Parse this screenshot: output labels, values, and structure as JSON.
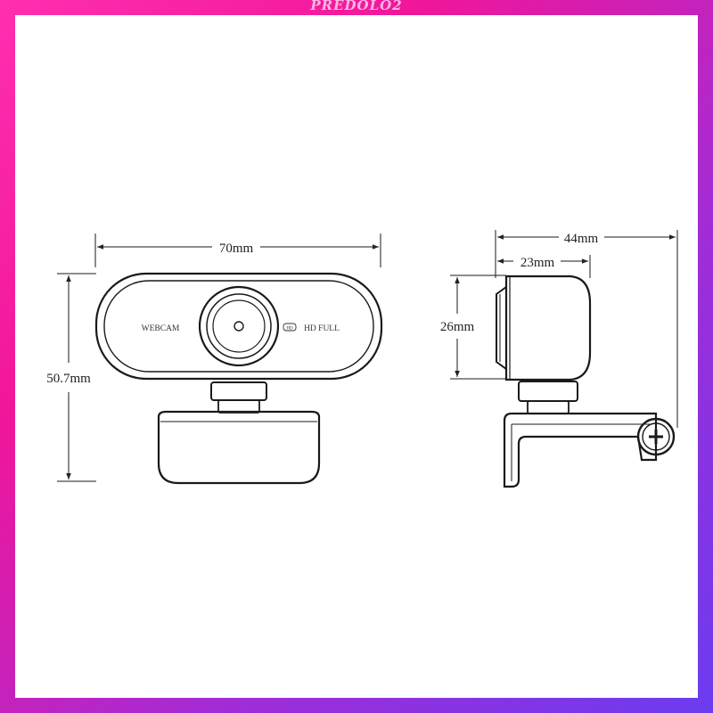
{
  "watermark": "PREDOLO2",
  "front_view": {
    "width_label": "70mm",
    "height_label": "50.7mm",
    "brand_label": "WEBCAM",
    "hd_icon": "hd-icon",
    "hd_glyph": "HD",
    "hd_label": "HD FULL"
  },
  "side_view": {
    "total_depth_label": "44mm",
    "body_depth_label": "23mm",
    "body_height_label": "26mm",
    "knob_icon": "plus-screw-icon"
  }
}
